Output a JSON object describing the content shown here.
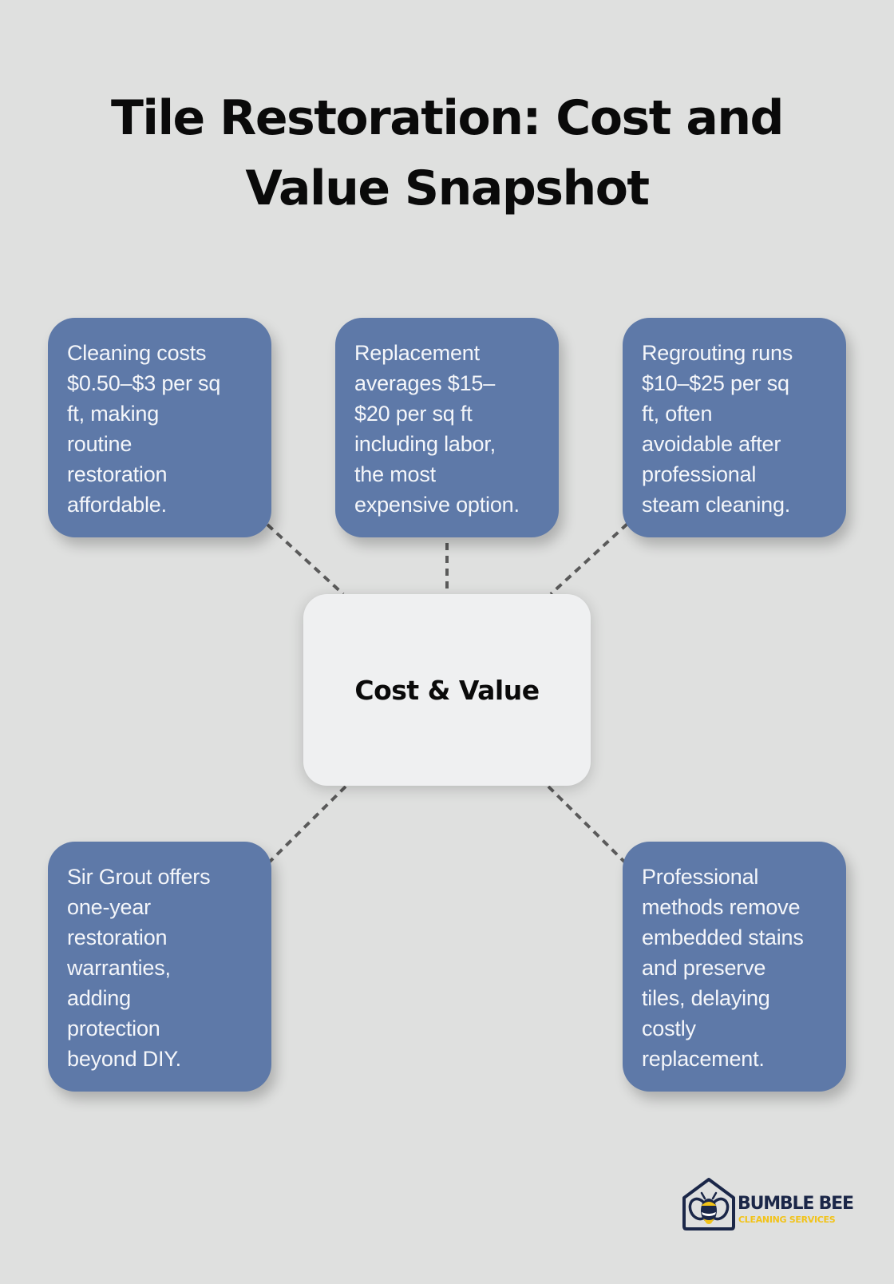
{
  "title": {
    "line1": "Tile Restoration: Cost and",
    "line2": "Value Snapshot"
  },
  "center": {
    "label": "Cost & Value"
  },
  "nodes": [
    {
      "position": "top-left",
      "lines": [
        "Cleaning costs",
        "$0.50–$3 per sq",
        "ft, making",
        "routine",
        "restoration",
        "affordable."
      ]
    },
    {
      "position": "top-center",
      "lines": [
        "Replacement",
        "averages $15–",
        "$20 per sq ft",
        "including labor,",
        "the most",
        "expensive option."
      ]
    },
    {
      "position": "top-right",
      "lines": [
        "Regrouting runs",
        "$10–$25 per sq",
        "ft, often",
        "avoidable after",
        "professional",
        "steam cleaning."
      ]
    },
    {
      "position": "bottom-left",
      "lines": [
        "Sir Grout offers",
        "one-year",
        "restoration",
        "warranties,",
        "adding",
        "protection",
        "beyond DIY."
      ]
    },
    {
      "position": "bottom-right",
      "lines": [
        "Professional",
        "methods remove",
        "embedded stains",
        "and preserve",
        "tiles, delaying",
        "costly",
        "replacement."
      ]
    }
  ],
  "logo": {
    "name": "BUMBLE BEE",
    "tagline": "CLEANING SERVICES",
    "icon": "bee-house-icon"
  },
  "colors": {
    "background": "#dfe0df",
    "node": "#5e79a8",
    "center": "#eff0f1",
    "connector": "#5a5a5a",
    "logo_navy": "#1b2748",
    "logo_yellow": "#f2c318"
  }
}
